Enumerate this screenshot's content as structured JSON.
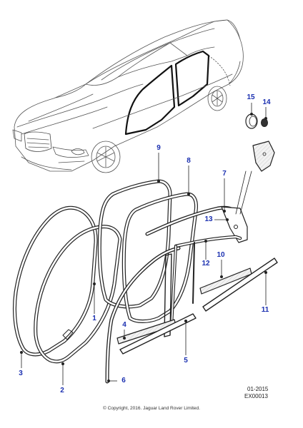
{
  "callouts": [
    {
      "id": "1",
      "label": "1"
    },
    {
      "id": "2",
      "label": "2"
    },
    {
      "id": "3",
      "label": "3"
    },
    {
      "id": "4",
      "label": "4"
    },
    {
      "id": "5",
      "label": "5"
    },
    {
      "id": "6",
      "label": "6"
    },
    {
      "id": "7",
      "label": "7"
    },
    {
      "id": "8",
      "label": "8"
    },
    {
      "id": "9",
      "label": "9"
    },
    {
      "id": "10",
      "label": "10"
    },
    {
      "id": "11",
      "label": "11"
    },
    {
      "id": "12",
      "label": "12"
    },
    {
      "id": "13",
      "label": "13"
    },
    {
      "id": "14",
      "label": "14"
    },
    {
      "id": "15",
      "label": "15"
    }
  ],
  "doc_date": "01-2015",
  "doc_code": "EX00013",
  "copyright": "© Copyright, 2016. Jaguar Land Rover Limited.",
  "colors": {
    "callout": "#1a2fb0",
    "line": "#222222",
    "highlight": "#444444",
    "hatch": "#e6e6e6"
  }
}
